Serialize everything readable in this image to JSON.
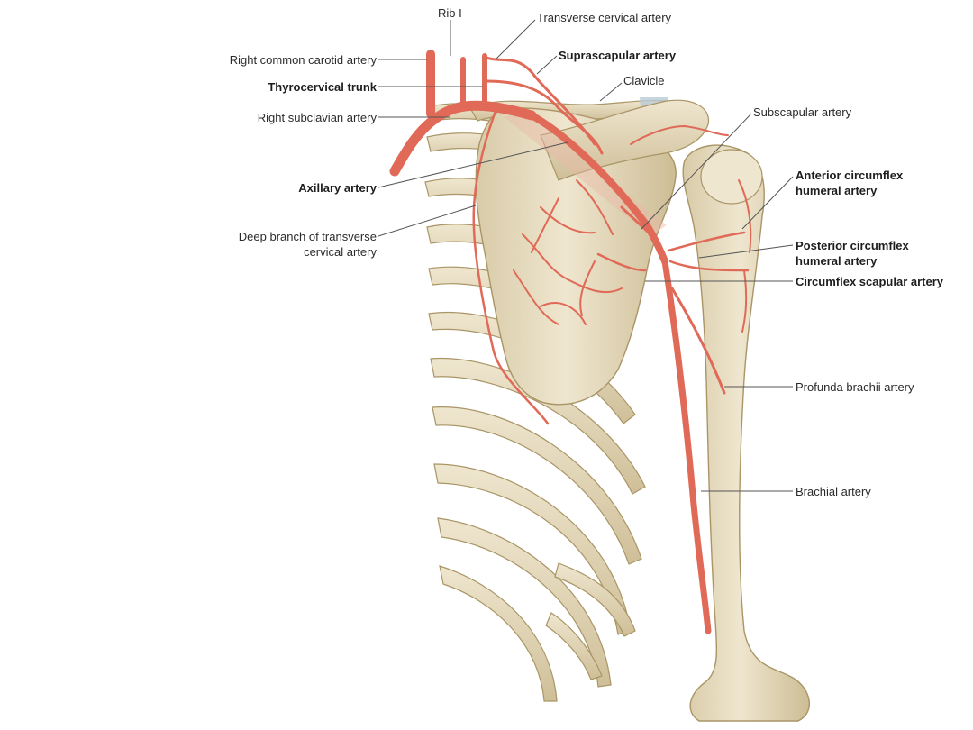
{
  "colors": {
    "bone": "#e7dcc0",
    "bone_shadow": "#c9b88f",
    "bone_edge": "#a99566",
    "artery": "#e06a57",
    "artery_dark": "#b8463a",
    "leader": "#555555"
  },
  "labels": {
    "rib_i": "Rib I",
    "transverse_cervical_artery": "Transverse cervical artery",
    "right_common_carotid_artery": "Right common carotid artery",
    "suprascapular_artery": "Suprascapular artery",
    "thyrocervical_trunk": "Thyrocervical trunk",
    "clavicle": "Clavicle",
    "right_subclavian_artery": "Right subclavian artery",
    "subscapular_artery": "Subscapular artery",
    "anterior_circumflex_humeral_artery_1": "Anterior circumflex",
    "anterior_circumflex_humeral_artery_2": "humeral artery",
    "axillary_artery": "Axillary artery",
    "deep_branch_transverse_cervical_1": "Deep branch of transverse",
    "deep_branch_transverse_cervical_2": "cervical artery",
    "posterior_circumflex_humeral_artery_1": "Posterior circumflex",
    "posterior_circumflex_humeral_artery_2": "humeral artery",
    "circumflex_scapular_artery": "Circumflex scapular artery",
    "profunda_brachii_artery": "Profunda brachii artery",
    "brachial_artery": "Brachial artery"
  }
}
